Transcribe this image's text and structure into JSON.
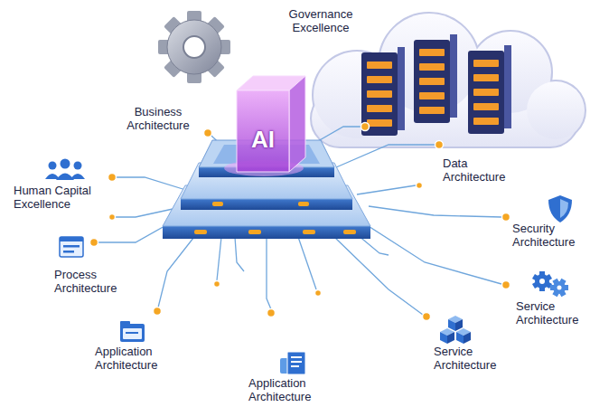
{
  "diagram": {
    "nodes": [
      {
        "text": [
          "AI"
        ]
      }
    ],
    "labels": [
      "Governance Excellence",
      "Business Architecture",
      "Data Architecture",
      "Human Capital Excellence",
      "Security Architecture",
      "Process Architecture",
      "Service Architecture",
      "Application Architecture",
      "Service Architecture",
      "Application Architecture"
    ]
  }
}
